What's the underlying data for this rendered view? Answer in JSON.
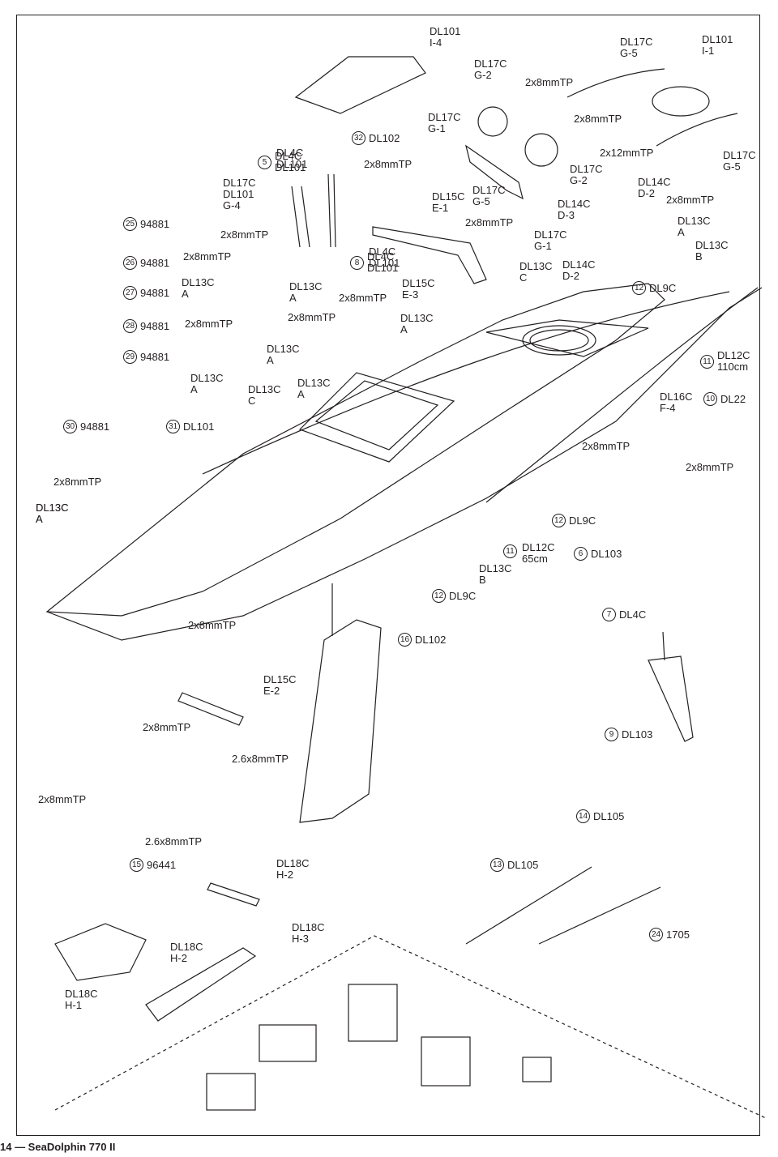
{
  "footer": "14 — SeaDolphin 770 II",
  "labels": [
    "DL101\nI-4",
    "DL17C\nG-2",
    "2x8mmTP",
    "DL17C\nG-5",
    "DL101\nI-1",
    "DL17C\nG-1",
    "2x8mmTP",
    "2x12mmTP",
    "DL17C\nG-5",
    "DL4C\nDL101",
    "2x8mmTP",
    "DL15C\nE-1",
    "DL17C\nG-5",
    "DL17C\nG-2",
    "DL14C\nD-2",
    "2x8mmTP",
    "DL17C\nDL101\nG-4",
    "2x8mmTP",
    "DL14C\nD-3",
    "DL13C\nA",
    "2x8mmTP",
    "DL17C\nG-1",
    "DL13C\nB",
    "2x8mmTP",
    "DL4C\nDL101",
    "DL13C\nC",
    "DL14C\nD-2",
    "DL13C\nA",
    "DL13C\nA",
    "DL15C\nE-3",
    "2x8mmTP",
    "2x8mmTP",
    "2x8mmTP",
    "DL13C\nA",
    "DL13C\nA",
    "DL13C\nA",
    "DL13C\nC",
    "DL13C\nA",
    "DL16C\nF-4",
    "2x8mmTP",
    "2x8mmTP",
    "2x8mmTP",
    "DL13C\nA",
    "DL12C\n65cm",
    "DL13C\nB",
    "2x8mmTP",
    "DL15C\nE-2",
    "2x8mmTP",
    "2.6x8mmTP",
    "2x8mmTP",
    "2.6x8mmTP",
    "DL18C\nH-2",
    "DL18C\nH-3",
    "DL18C\nH-2",
    "DL18C\nH-1",
    "DL13C\nA"
  ],
  "numbered": [
    {
      "n": "32",
      "t": "DL102"
    },
    {
      "n": "5",
      "t": "DL4C\nDL101"
    },
    {
      "n": "25",
      "t": "94881"
    },
    {
      "n": "26",
      "t": "94881"
    },
    {
      "n": "27",
      "t": "94881"
    },
    {
      "n": "28",
      "t": "94881"
    },
    {
      "n": "29",
      "t": "94881"
    },
    {
      "n": "30",
      "t": "94881"
    },
    {
      "n": "31",
      "t": "DL101"
    },
    {
      "n": "8",
      "t": "DL4C\nDL101"
    },
    {
      "n": "12",
      "t": "DL9C"
    },
    {
      "n": "11",
      "t": "DL12C\n110cm"
    },
    {
      "n": "10",
      "t": "DL22"
    },
    {
      "n": "12",
      "t": "DL9C"
    },
    {
      "n": "11",
      "t": ""
    },
    {
      "n": "6",
      "t": "DL103"
    },
    {
      "n": "12",
      "t": "DL9C"
    },
    {
      "n": "7",
      "t": "DL4C"
    },
    {
      "n": "16",
      "t": "DL102"
    },
    {
      "n": "9",
      "t": "DL103"
    },
    {
      "n": "14",
      "t": "DL105"
    },
    {
      "n": "15",
      "t": "96441"
    },
    {
      "n": "13",
      "t": "DL105"
    },
    {
      "n": "24",
      "t": "1705"
    }
  ]
}
